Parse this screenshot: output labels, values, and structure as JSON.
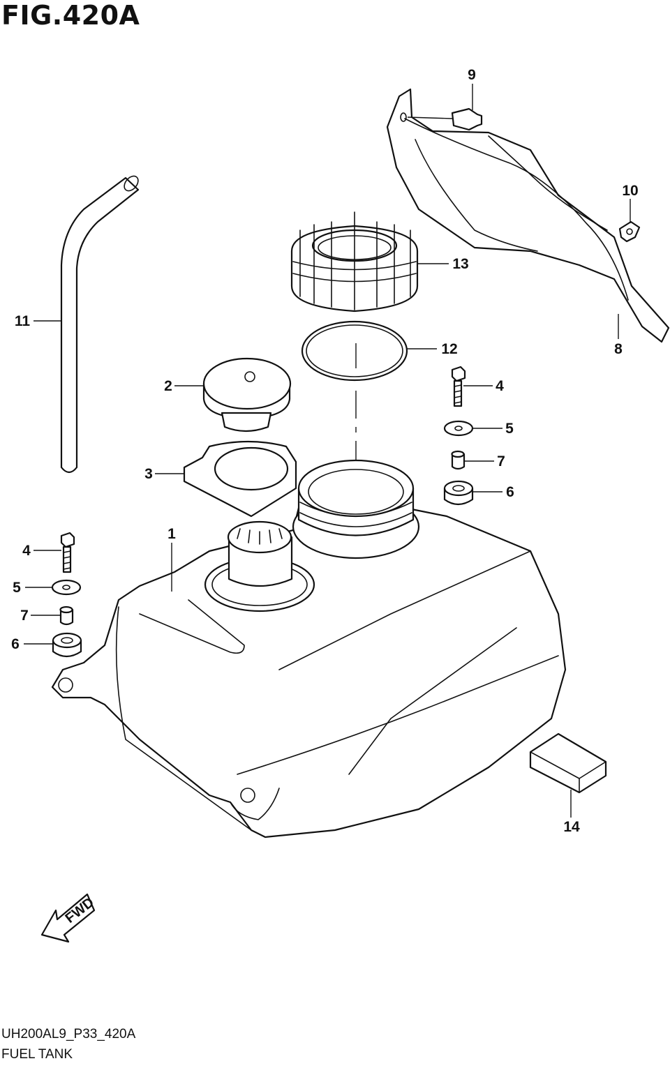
{
  "figure": {
    "title": "FIG.420A",
    "code": "UH200AL9_P33_420A",
    "name": "FUEL TANK",
    "direction_label": "FWD"
  },
  "callouts": [
    {
      "id": "c1",
      "number": "1",
      "part": "fuel-tank"
    },
    {
      "id": "c2",
      "number": "2",
      "part": "fuel-cap"
    },
    {
      "id": "c3",
      "number": "3",
      "part": "cap-bracket"
    },
    {
      "id": "c4a",
      "number": "4",
      "part": "bolt"
    },
    {
      "id": "c4b",
      "number": "4",
      "part": "bolt"
    },
    {
      "id": "c5a",
      "number": "5",
      "part": "washer"
    },
    {
      "id": "c5b",
      "number": "5",
      "part": "washer"
    },
    {
      "id": "c6a",
      "number": "6",
      "part": "grommet"
    },
    {
      "id": "c6b",
      "number": "6",
      "part": "grommet"
    },
    {
      "id": "c7a",
      "number": "7",
      "part": "collar"
    },
    {
      "id": "c7b",
      "number": "7",
      "part": "collar"
    },
    {
      "id": "c8",
      "number": "8",
      "part": "heat-shield"
    },
    {
      "id": "c9",
      "number": "9",
      "part": "clip"
    },
    {
      "id": "c10",
      "number": "10",
      "part": "nut-clip"
    },
    {
      "id": "c11",
      "number": "11",
      "part": "breather-hose"
    },
    {
      "id": "c12",
      "number": "12",
      "part": "o-ring"
    },
    {
      "id": "c13",
      "number": "13",
      "part": "retaining-ring"
    },
    {
      "id": "c14",
      "number": "14",
      "part": "cushion"
    }
  ]
}
